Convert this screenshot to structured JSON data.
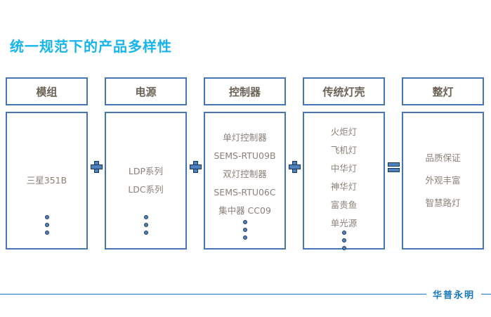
{
  "slide": {
    "title": "统一规范下的产品多样性",
    "title_color": "#17b4ee"
  },
  "diagram": {
    "type": "equation-flow",
    "border_color": "#4575b4",
    "header_text_color": "#6b6256",
    "body_text_color": "#8a8178",
    "columns": [
      {
        "header": "模组",
        "items": [
          "三星351B"
        ],
        "has_ellipsis_dots": true,
        "align": "middle",
        "operator_after": "plus"
      },
      {
        "header": "电源",
        "items": [
          "LDP系列",
          "LDC系列"
        ],
        "has_ellipsis_dots": true,
        "align": "middle",
        "operator_after": "plus"
      },
      {
        "header": "控制器",
        "items": [
          "单灯控制器",
          "SEMS-RTU09B",
          "双灯控制器",
          "SEMS-RTU06C",
          "集中器 CC09"
        ],
        "has_ellipsis_dots": true,
        "align": "high",
        "operator_after": "plus"
      },
      {
        "header": "传统灯壳",
        "items": [
          "火炬灯",
          "飞机灯",
          "中华灯",
          "神华灯",
          "富贵鱼",
          "单光源"
        ],
        "has_ellipsis_dots": true,
        "align": "high",
        "operator_after": "equals"
      },
      {
        "header": "整灯",
        "items": [
          "品质保证",
          "外观丰富",
          "智慧路灯"
        ],
        "has_ellipsis_dots": false,
        "align": "middle",
        "operator_after": null
      }
    ],
    "operators": {
      "plus": "plus-icon",
      "equals": "equals-icon"
    }
  },
  "footer": {
    "brand": "华普永明",
    "rule_color": "#1878be"
  }
}
